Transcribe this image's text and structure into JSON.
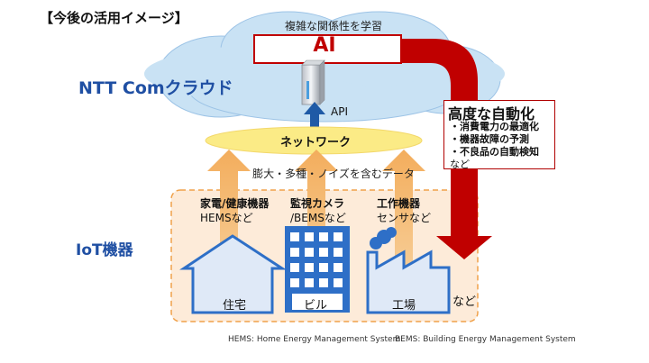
{
  "title": "【今後の活用イメージ】",
  "cloud": {
    "caption": "複雑な関係性を学習",
    "ai_label": "AI",
    "name": "NTT Comクラウド",
    "api_label": "API"
  },
  "network": {
    "label": "ネットワーク",
    "data_caption": "膨大・多種・ノイズを含むデータ"
  },
  "iot": {
    "title": "IoT機器",
    "devices": [
      {
        "caption_line1": "家電/健康機器",
        "caption_line2": "HEMSなど",
        "building": "住宅"
      },
      {
        "caption_line1": "監視カメラ",
        "caption_line2": "/BEMSなど",
        "building": "ビル"
      },
      {
        "caption_line1": "工作機器",
        "caption_line2": "センサなど",
        "building": "工場"
      }
    ],
    "etc": "など"
  },
  "advancement": {
    "title": "高度な自動化",
    "items": [
      "・消費電力の最適化",
      "・機器故障の予測",
      "・不良品の自動検知"
    ],
    "etc": "など"
  },
  "footnotes": {
    "hems": "HEMS: Home Energy Management System",
    "bems": "BEMS: Building Energy Management System"
  },
  "colors": {
    "cloud_fill": "#c9e2f4",
    "accent_red": "#c00000",
    "network_fill": "#fbeb86",
    "arrow_orange": "#f5bf7d",
    "iot_fill": "#fdebd9",
    "iot_border": "#f0a14a",
    "building_blue": "#2e6fc7",
    "api_arrow": "#1f5aa6"
  }
}
